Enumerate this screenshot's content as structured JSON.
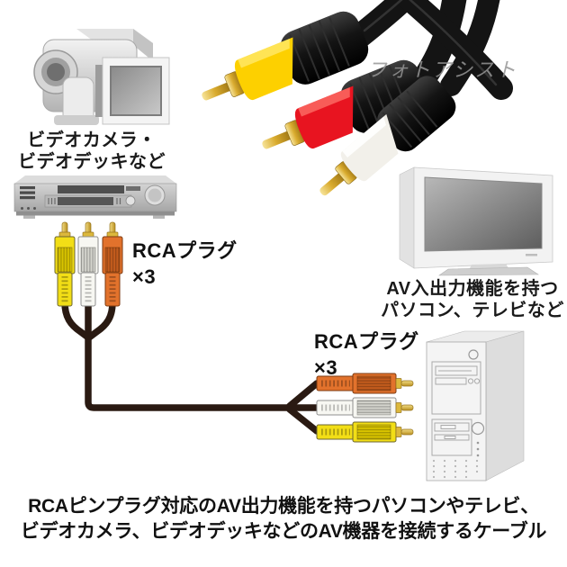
{
  "watermark": {
    "text": "フォトアシスト"
  },
  "photo": {
    "subject": "rca-av-cable-photo",
    "plug_colors": [
      "yellow",
      "red",
      "white"
    ]
  },
  "left_device": {
    "caption_line1": "ビデオカメラ・",
    "caption_line2": "ビデオデッキなど",
    "icons": [
      "video-camera-icon",
      "vcr-icon"
    ]
  },
  "left_plugs_label": {
    "line1": "RCAプラグ",
    "line2": "×3"
  },
  "right_plugs_label": {
    "line1": "RCAプラグ",
    "line2": "×3"
  },
  "right_device": {
    "caption_line1": "AV入出力機能を持つ",
    "caption_line2": "パソコン、テレビなど",
    "icons": [
      "tv-icon",
      "pc-tower-icon"
    ]
  },
  "bottom_caption": {
    "line1": "RCAピンプラグ対応のAV出力機能を持つパソコンやテレビ、",
    "line2": "ビデオカメラ、ビデオデッキなどのAV機器を接続するケーブル"
  },
  "colors": {
    "plug_yellow": "#f2de16",
    "plug_yellow_rib": "#d9c400",
    "plug_white": "#f7f7f2",
    "plug_white_rib": "#d4d4cd",
    "plug_orange": "#e2722c",
    "plug_orange_rib": "#c45c1d",
    "photo_plug_yellow": "#fdd000",
    "photo_plug_red": "#e81420",
    "photo_plug_white": "#f2f0ea",
    "cable": "#2a1a12",
    "photo_cable": "#141414",
    "gold": "#d9ab2e",
    "device_gray": "#d9d9d9",
    "text": "#1a1a1a",
    "watermark_gray": "#969696"
  }
}
